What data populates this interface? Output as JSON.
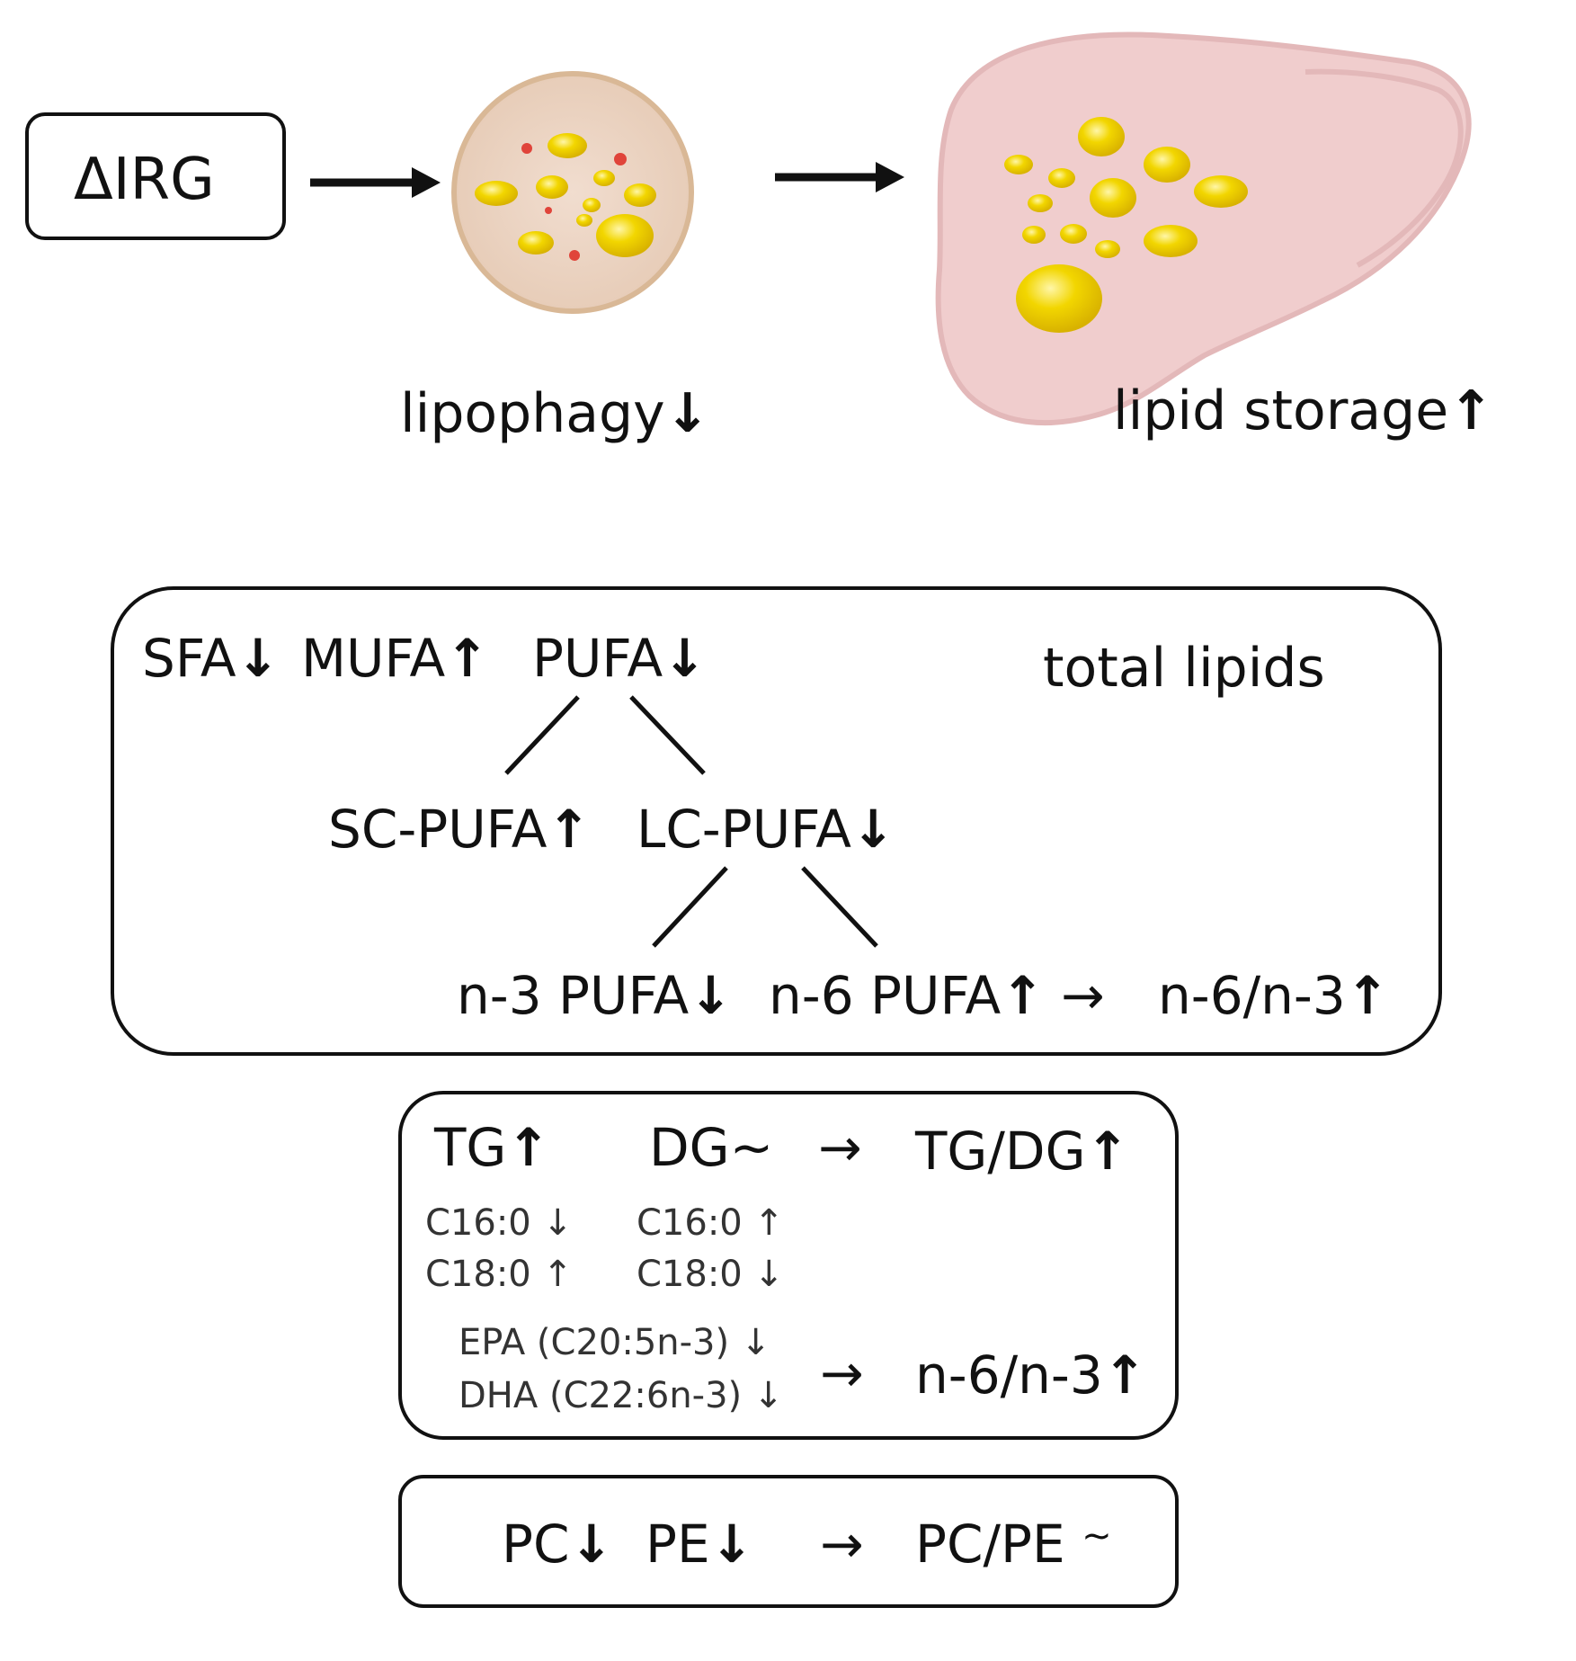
{
  "header": {
    "start_label": "ΔIRG",
    "lipophagy_label": "lipophagy",
    "lipophagy_trend": "↓",
    "storage_label": "lipid storage",
    "storage_trend": "↑"
  },
  "total_box": {
    "title": "total lipids",
    "row1": [
      {
        "label": "SFA",
        "trend": "↓"
      },
      {
        "label": "MUFA",
        "trend": "↑"
      },
      {
        "label": "PUFA",
        "trend": "↓"
      }
    ],
    "row2": [
      {
        "label": "SC-PUFA",
        "trend": "↑"
      },
      {
        "label": "LC-PUFA",
        "trend": "↓"
      }
    ],
    "row3": [
      {
        "label": "n-3 PUFA",
        "trend": "↓"
      },
      {
        "label": "n-6 PUFA",
        "trend": "↑"
      }
    ],
    "yields": "→",
    "ratio": {
      "label": "n-6/n-3",
      "trend": "↑"
    }
  },
  "tg_box": {
    "tg": {
      "label": "TG",
      "trend": "↑"
    },
    "dg": {
      "label": "DG~"
    },
    "yields": "→",
    "ratio": {
      "label": "TG/DG",
      "trend": "↑"
    },
    "tg_species": [
      {
        "label": "C16:0",
        "trend": "↓"
      },
      {
        "label": "C18:0",
        "trend": "↑"
      }
    ],
    "dg_species": [
      {
        "label": "C16:0",
        "trend": "↑"
      },
      {
        "label": "C18:0",
        "trend": "↓"
      }
    ],
    "n3_species": [
      {
        "label": "EPA (C20:5n-3)",
        "trend": "↓"
      },
      {
        "label": "DHA (C22:6n-3)",
        "trend": "↓"
      }
    ],
    "yields2": "→",
    "ratio2": {
      "label": "n-6/n-3",
      "trend": "↑"
    }
  },
  "pc_box": {
    "pc": {
      "label": "PC",
      "trend": "↓"
    },
    "pe": {
      "label": "PE",
      "trend": "↓"
    },
    "yields": "→",
    "ratio": {
      "label": "PC/PE",
      "trend": "~"
    }
  },
  "colors": {
    "lipid": "#f2d600",
    "lipid_highlight": "#fff6a8",
    "cell": "#ecd6c6",
    "cell_border": "#d9b896",
    "liver": "#f0cdcd",
    "liver_edge": "#e3b8b9",
    "red_dot": "#e0443a"
  }
}
